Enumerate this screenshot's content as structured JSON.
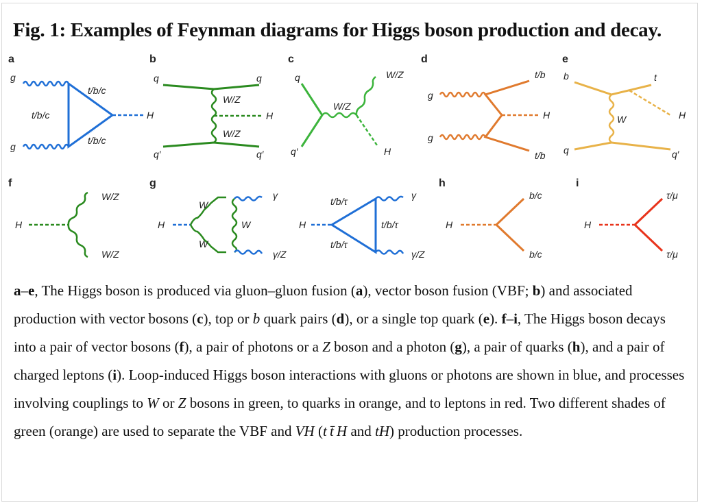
{
  "title": "Fig. 1: Examples of Feynman diagrams for Higgs boson production and decay.",
  "colors": {
    "blue": "#1f6fd6",
    "green_dark": "#2a8a1f",
    "green_light": "#3cb43c",
    "orange": "#e07a2e",
    "orange_light": "#e8b248",
    "red": "#e8341c"
  },
  "panels": [
    {
      "id": "a",
      "labels": [
        "g",
        "g",
        "t/b/c",
        "t/b/c",
        "t/b/c",
        "H"
      ]
    },
    {
      "id": "b",
      "labels": [
        "q",
        "q",
        "q′",
        "q′",
        "W/Z",
        "W/Z",
        "H"
      ]
    },
    {
      "id": "c",
      "labels": [
        "q",
        "q′",
        "W/Z",
        "W/Z",
        "H"
      ]
    },
    {
      "id": "d",
      "labels": [
        "g",
        "g",
        "t/b",
        "t/b",
        "H"
      ]
    },
    {
      "id": "e",
      "labels": [
        "b",
        "q",
        "t",
        "q′",
        "W",
        "H"
      ]
    },
    {
      "id": "f",
      "labels": [
        "H",
        "W/Z",
        "W/Z"
      ]
    },
    {
      "id": "g",
      "labels": [
        "H",
        "W",
        "W",
        "W",
        "γ",
        "γ/Z"
      ]
    },
    {
      "id": "",
      "labels": [
        "H",
        "t/b/τ",
        "t/b/τ",
        "t/b/τ",
        "γ",
        "γ/Z"
      ]
    },
    {
      "id": "h",
      "labels": [
        "H",
        "b/c",
        "b/c"
      ]
    },
    {
      "id": "i",
      "labels": [
        "H",
        "τ/μ",
        "τ/μ"
      ]
    }
  ],
  "caption": {
    "s1": "a",
    "s2": "–",
    "s3": "e",
    "s4": ", The Higgs boson is produced via gluon–gluon fusion (",
    "s5": "a",
    "s6": "), vector boson fusion (VBF; ",
    "s7": "b",
    "s8": ") and associated production with vector bosons (",
    "s9": "c",
    "s10": "), top or ",
    "s11": "b",
    "s12": " quark pairs (",
    "s13": "d",
    "s14": "), or a single top quark (",
    "s15": "e",
    "s16": "). ",
    "s17": "f",
    "s18": "–",
    "s19": "i",
    "s20": ", The Higgs boson decays into a pair of vector bosons (",
    "s21": "f",
    "s22": "), a pair of photons or a ",
    "s23": "Z",
    "s24": " boson and a photon (",
    "s25": "g",
    "s26": "), a pair of quarks (",
    "s27": "h",
    "s28": "), and a pair of charged leptons (",
    "s29": "i",
    "s30": "). Loop-induced Higgs boson interactions with gluons or photons are shown in blue, and processes involving couplings to ",
    "s31": "W",
    "s32": " or ",
    "s33": "Z",
    "s34": " bosons in green, to quarks in orange, and to leptons in red. Two different shades of green (orange) are used to separate the VBF and ",
    "s35": "VH",
    "s36": " (",
    "s37": "t t̄ H",
    "s38": " and ",
    "s39": "tH",
    "s40": ") production processes."
  }
}
